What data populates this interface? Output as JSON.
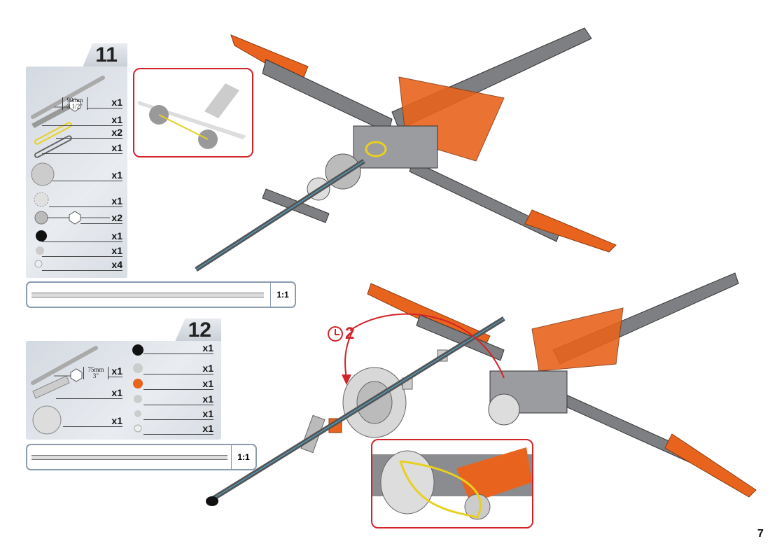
{
  "page_number": "7",
  "step11": {
    "number": "11",
    "axle_length": {
      "metric": "90mm",
      "imperial": "3 1/2\""
    },
    "quantities": [
      "x1",
      "x1",
      "x2",
      "x1",
      "x1",
      "x1",
      "x2",
      "x1",
      "x1",
      "x4"
    ],
    "scale": "1:1"
  },
  "step12": {
    "number": "12",
    "axle_length": {
      "metric": "75mm",
      "imperial": "3\""
    },
    "left_quantities": [
      "x1",
      "x1",
      "x1"
    ],
    "right_quantities": [
      "x1",
      "x1",
      "x1",
      "x1",
      "x1",
      "x1"
    ],
    "scale": "1:1"
  },
  "rotation_callout": {
    "count": "2"
  },
  "colors": {
    "accent_red": "#d2232a",
    "orange": "#e8641e",
    "steel": "#7d7f82"
  }
}
